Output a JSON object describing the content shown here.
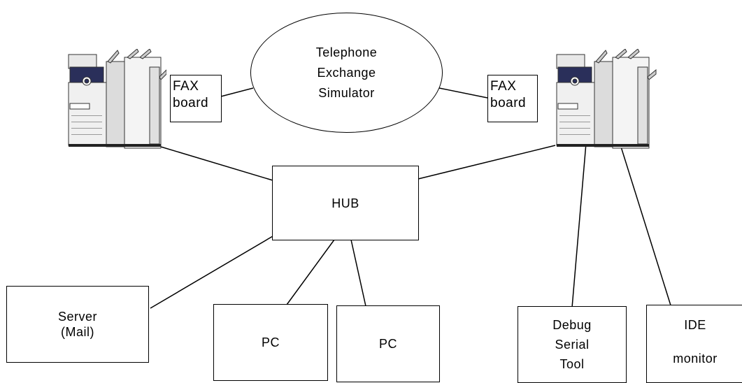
{
  "exchange": {
    "lines": [
      "Telephone",
      "Exchange",
      "Simulator"
    ]
  },
  "fax_left": {
    "lines": [
      "FAX",
      "board"
    ]
  },
  "fax_right": {
    "lines": [
      "FAX",
      "board"
    ]
  },
  "hub": {
    "label": "HUB"
  },
  "server": {
    "lines": [
      "Server",
      "(Mail)"
    ]
  },
  "pc1": {
    "label": "PC"
  },
  "pc2": {
    "label": "PC"
  },
  "debug": {
    "lines": [
      "Debug",
      "Serial",
      "Tool"
    ]
  },
  "ide": {
    "lines": [
      "IDE",
      "monitor"
    ]
  },
  "printers": [
    {
      "name": "multifunction printer left"
    },
    {
      "name": "multifunction printer right"
    }
  ]
}
